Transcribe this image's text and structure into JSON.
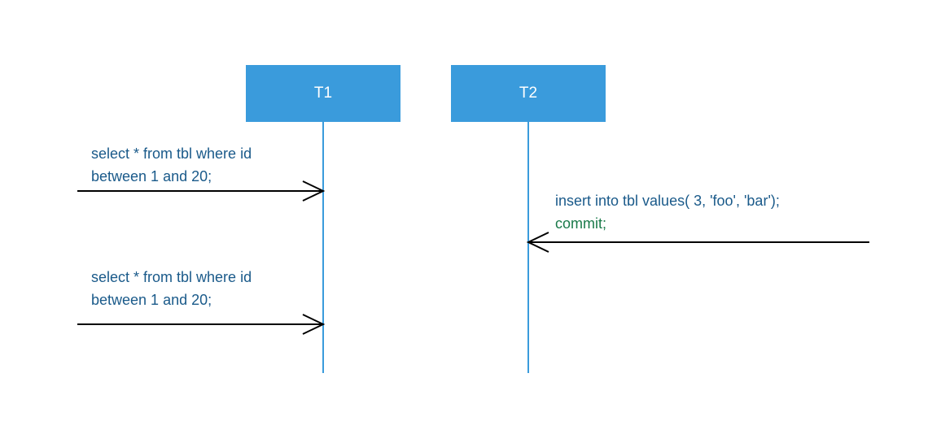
{
  "participants": {
    "t1": {
      "label": "T1"
    },
    "t2": {
      "label": "T2"
    }
  },
  "messages": [
    {
      "lines": [
        "select * from  tbl where id",
        "between 1 and 20;"
      ]
    },
    {
      "lines": [
        "select * from  tbl where id",
        "between 1 and 20;"
      ]
    },
    {
      "lines": [
        "insert into tbl values( 3, 'foo', 'bar');",
        "commit;"
      ]
    }
  ],
  "colors": {
    "participant_fill": "#3a9bdc",
    "lifeline": "#3a9bdc",
    "arrow": "#000000",
    "message_text": "#1a5a8a",
    "commit_text": "#1a7a4a"
  }
}
